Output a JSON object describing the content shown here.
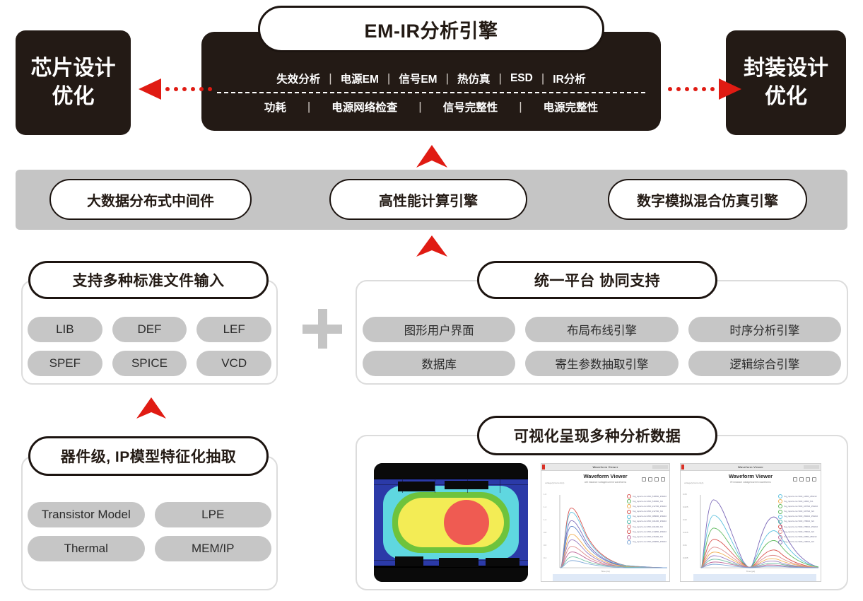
{
  "left_outcome": {
    "label": "芯片设计\n优化",
    "line1": "芯片设计",
    "line2": "优化"
  },
  "right_outcome": {
    "label": "封装设计\n优化",
    "line1": "封装设计",
    "line2": "优化"
  },
  "engine": {
    "title": "EM-IR分析引擎",
    "row1": [
      "失效分析",
      "电源EM",
      "信号EM",
      "热仿真",
      "ESD",
      "IR分析"
    ],
    "row2": [
      "功耗",
      "电源网络检查",
      "信号完整性",
      "电源完整性"
    ],
    "separator": "|"
  },
  "middleware": {
    "items": [
      "大数据分布式中间件",
      "高性能计算引擎",
      "数字模拟混合仿真引擎"
    ]
  },
  "file_input_panel": {
    "title": "支持多种标准文件输入",
    "chips": [
      "LIB",
      "DEF",
      "LEF",
      "SPEF",
      "SPICE",
      "VCD"
    ]
  },
  "platform_panel": {
    "title": "统一平台 协同支持",
    "chips": [
      "图形用户界面",
      "布局布线引擎",
      "时序分析引擎",
      "数据库",
      "寄生参数抽取引擎",
      "逻辑综合引擎"
    ]
  },
  "model_panel": {
    "title": "器件级, IP模型特征化抽取",
    "chips": [
      "Transistor Model",
      "LPE",
      "Thermal",
      "MEM/IP"
    ]
  },
  "visual_panel": {
    "title": "可视化呈现多种分析数据",
    "thermal_caption": "",
    "waveform_left": {
      "window_title": "Waveform Viewer",
      "heading": "Waveform Viewer",
      "subheading": "cell instance voltage/current waveforms",
      "ylabel": "voltage(v)/current(A)",
      "xlabel": "Time (ns)",
      "yticks": [
        "1.6",
        "1.4",
        "1.2",
        "0.8",
        "0.6",
        "0.4"
      ],
      "xticks": [
        "0",
        "0.2",
        "0.4",
        "0.6",
        "0.8",
        "1.0",
        "1.00"
      ],
      "legend": [
        "hvg_reports.csv:VDD_518550_259210",
        "hvg_reports.csv:VDD_518350_N/1",
        "hvg_reports.csv:VDD_212700_259210",
        "hvg_reports.csv:VDD_212700_N/1",
        "hvg_reports.csv:VDD_388600_259210",
        "hvg_reports.csv:VDD_321200_259210",
        "hvg_reports.csv:VDD_321200_N/1",
        "hvg_reports.csv:VDD_314800_259210",
        "hvg_reports.csv:VDD_315400_N/1",
        "hvg_reports.csv:VDD_369800_259210"
      ]
    },
    "waveform_right": {
      "window_title": "Waveform Viewer",
      "heading": "Waveform Viewer",
      "subheading": "IR instance voltage/current waveforms",
      "ylabel": "voltage(v)/current(A)",
      "xlabel": "Time (ps)",
      "yticks": [
        "0.05",
        "0.025",
        "0.02",
        "0.015",
        "0.01",
        "0.005"
      ],
      "xticks": [
        "0",
        "1",
        "2",
        "3",
        "4",
        "5.00"
      ],
      "legend": [
        "hvg_reports.csv:VDD_44500_259210",
        "hvg_reports.csv:VDD_44500_N/1",
        "hvg_reports.csv:VDD_105720_259210",
        "hvg_reports.csv:VDD_105720_N/1",
        "hvg_reports.csv:VDD_259210_259210",
        "hvg_reports.csv:VDD_278010_N/1",
        "hvg_reports.csv:VDD_278010_259210",
        "hvg_reports.csv:VDD_278010_N/1",
        "hvg_reports.csv:VDD_10850_259210",
        "hvg_reports.csv:VDD_218010_N/1"
      ]
    }
  },
  "plus_symbol": "+",
  "colors": {
    "dark": "#231a15",
    "band_gray": "#c5c5c5",
    "chip_gray": "#c6c6c6",
    "arrow_red": "#e01b13",
    "card_border": "#dcdcdc"
  },
  "chart_data": [
    {
      "type": "line",
      "title": "Waveform Viewer",
      "subtitle": "cell instance voltage/current waveforms",
      "xlabel": "Time (ns)",
      "ylabel": "voltage(v)/current(A)",
      "xlim": [
        0,
        1.0
      ],
      "ylim": [
        0,
        1.6
      ],
      "grid": false,
      "legend_position": "top-right",
      "x": [
        0,
        0.05,
        0.1,
        0.15,
        0.2,
        0.3,
        0.4,
        0.5,
        0.6,
        0.7,
        0.85,
        1.0
      ],
      "series": [
        {
          "name": "VDD_518550_259210",
          "color": "#d9534f",
          "values": [
            0,
            0.95,
            1.45,
            1.5,
            1.4,
            1.05,
            0.72,
            0.5,
            0.37,
            0.28,
            0.2,
            0.16
          ]
        },
        {
          "name": "VDD_518350_N/1",
          "color": "#5bc0de",
          "values": [
            0,
            0.88,
            1.33,
            1.38,
            1.3,
            0.98,
            0.68,
            0.47,
            0.35,
            0.27,
            0.19,
            0.15
          ]
        },
        {
          "name": "VDD_212700_259210",
          "color": "#7b68b8",
          "values": [
            0,
            0.74,
            1.1,
            1.16,
            1.1,
            0.84,
            0.6,
            0.42,
            0.31,
            0.24,
            0.18,
            0.14
          ]
        },
        {
          "name": "VDD_212700_N/1",
          "color": "#5b7fc7",
          "values": [
            0,
            0.66,
            0.98,
            1.03,
            0.97,
            0.75,
            0.54,
            0.39,
            0.29,
            0.23,
            0.17,
            0.13
          ]
        },
        {
          "name": "VDD_388600_259210",
          "color": "#f0ad4e",
          "values": [
            0,
            0.55,
            0.8,
            0.84,
            0.79,
            0.62,
            0.45,
            0.33,
            0.25,
            0.2,
            0.15,
            0.12
          ]
        },
        {
          "name": "VDD_321200_259210",
          "color": "#9b7fc0",
          "values": [
            0,
            0.45,
            0.66,
            0.7,
            0.66,
            0.52,
            0.38,
            0.29,
            0.22,
            0.18,
            0.14,
            0.11
          ]
        },
        {
          "name": "VDD_321200_N/1",
          "color": "#de8b8b",
          "values": [
            0,
            0.36,
            0.52,
            0.55,
            0.52,
            0.41,
            0.31,
            0.24,
            0.19,
            0.16,
            0.13,
            0.1
          ]
        },
        {
          "name": "VDD_314800_259210",
          "color": "#c06c9b",
          "values": [
            0,
            0.28,
            0.4,
            0.43,
            0.41,
            0.33,
            0.26,
            0.21,
            0.17,
            0.14,
            0.12,
            0.1
          ]
        },
        {
          "name": "VDD_315400_N/1",
          "color": "#6fbfa0",
          "values": [
            0,
            0.2,
            0.29,
            0.31,
            0.3,
            0.25,
            0.2,
            0.17,
            0.14,
            0.12,
            0.11,
            0.09
          ]
        },
        {
          "name": "VDD_369800_259210",
          "color": "#7fa8d8",
          "values": [
            0,
            0.13,
            0.19,
            0.2,
            0.2,
            0.17,
            0.15,
            0.13,
            0.12,
            0.11,
            0.1,
            0.09
          ]
        }
      ]
    },
    {
      "type": "line",
      "title": "Waveform Viewer",
      "subtitle": "IR instance voltage/current waveforms",
      "xlabel": "Time (ps)",
      "ylabel": "voltage(v)/current(A)",
      "xlim": [
        0,
        5.0
      ],
      "ylim": [
        0,
        0.05
      ],
      "grid": false,
      "legend_position": "top-right",
      "x": [
        0,
        0.5,
        1.0,
        1.5,
        2.0,
        2.4,
        2.9,
        3.3,
        3.8,
        4.3,
        5.0
      ],
      "series": [
        {
          "name": "VDD_44500_259210",
          "color": "#7b68b8",
          "values": [
            0,
            0.04,
            0.049,
            0.036,
            0.01,
            0.001,
            0.022,
            0.036,
            0.022,
            0.01,
            0.006
          ]
        },
        {
          "name": "VDD_44500_N/1",
          "color": "#5bc0de",
          "values": [
            0,
            0.028,
            0.034,
            0.026,
            0.008,
            0.001,
            0.016,
            0.026,
            0.016,
            0.008,
            0.005
          ]
        },
        {
          "name": "VDD_105720_259210",
          "color": "#5cb85c",
          "values": [
            0,
            0.019,
            0.024,
            0.018,
            0.006,
            0.001,
            0.011,
            0.018,
            0.011,
            0.006,
            0.004
          ]
        },
        {
          "name": "VDD_105720_N/1",
          "color": "#d9534f",
          "values": [
            0,
            0.011,
            0.014,
            0.011,
            0.004,
            0.001,
            0.007,
            0.011,
            0.007,
            0.004,
            0.003
          ]
        },
        {
          "name": "VDD_259210_259210",
          "color": "#de8b8b",
          "values": [
            0,
            0.007,
            0.009,
            0.007,
            0.003,
            0.001,
            0.005,
            0.007,
            0.005,
            0.003,
            0.002
          ]
        },
        {
          "name": "VDD_278010_N/1",
          "color": "#f0ad4e",
          "values": [
            0,
            0.005,
            0.006,
            0.005,
            0.002,
            0.001,
            0.003,
            0.005,
            0.003,
            0.002,
            0.002
          ]
        },
        {
          "name": "VDD_278010_259210",
          "color": "#9b7fc0",
          "values": [
            0,
            0.004,
            0.005,
            0.004,
            0.002,
            0.0,
            0.003,
            0.004,
            0.003,
            0.002,
            0.001
          ]
        },
        {
          "name": "VDD_278010_N/1b",
          "color": "#6fbfa0",
          "values": [
            0,
            0.003,
            0.004,
            0.003,
            0.001,
            0.0,
            0.002,
            0.003,
            0.002,
            0.001,
            0.001
          ]
        },
        {
          "name": "VDD_10850_259210",
          "color": "#c06c9b",
          "values": [
            0,
            0.002,
            0.003,
            0.002,
            0.001,
            0.0,
            0.001,
            0.002,
            0.001,
            0.001,
            0.001
          ]
        },
        {
          "name": "VDD_218010_N/1",
          "color": "#7fa8d8",
          "values": [
            0,
            0.001,
            0.002,
            0.001,
            0.001,
            0.0,
            0.001,
            0.001,
            0.001,
            0.001,
            0.0
          ]
        }
      ]
    }
  ]
}
